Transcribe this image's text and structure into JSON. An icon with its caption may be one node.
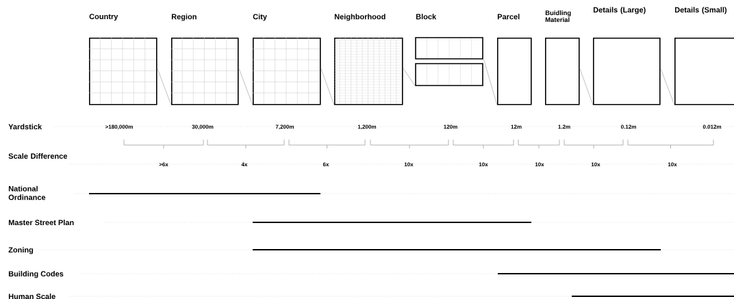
{
  "diagram": {
    "nodes": [
      {
        "text": [
          "Country"
        ]
      },
      {
        "text": [
          "Region"
        ]
      },
      {
        "text": [
          "City"
        ]
      },
      {
        "text": [
          "Neighborhood"
        ]
      },
      {
        "text": [
          "Block"
        ]
      },
      {
        "text": [
          "Parcel"
        ]
      },
      {
        "text": [
          "Buidling Material"
        ]
      },
      {
        "text": [
          "Details (Large)"
        ]
      },
      {
        "text": [
          "Details (Small)"
        ]
      }
    ],
    "edges": [
      {
        "from": 0,
        "to": 1,
        "arrow": "none"
      },
      {
        "from": 1,
        "to": 2,
        "arrow": "none"
      },
      {
        "from": 2,
        "to": 3,
        "arrow": "none"
      },
      {
        "from": 3,
        "to": 4,
        "arrow": "none"
      },
      {
        "from": 4,
        "to": 5,
        "arrow": "none"
      },
      {
        "from": 6,
        "to": 7,
        "arrow": "none"
      },
      {
        "from": 7,
        "to": 8,
        "arrow": "none"
      }
    ],
    "labels": [
      "Yardstick",
      ">180,000m",
      "30,000m",
      "7,200m",
      "1,200m",
      "120m",
      "12m",
      "1.2m",
      "0.12m",
      "0.012m",
      "Scale Difference",
      ">6x",
      "4x",
      "6x",
      "10x",
      "10x",
      "10x",
      "10x",
      "10x",
      "National Ordinance",
      "Master Street Plan",
      "Zoning",
      "Building Codes",
      "Human Scale"
    ]
  }
}
